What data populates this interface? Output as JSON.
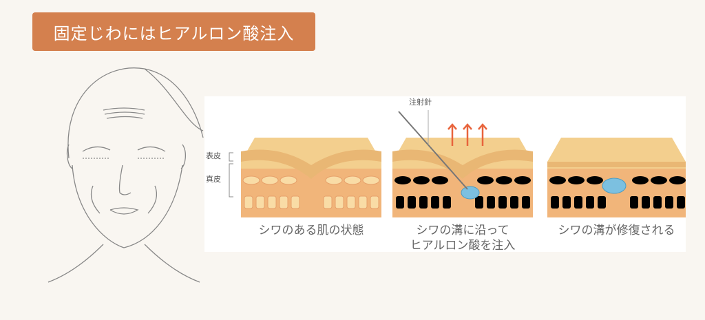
{
  "title": "固定じわにはヒアルロン酸注入",
  "labels": {
    "epidermis": "表皮",
    "dermis": "真皮",
    "needle": "注射針"
  },
  "steps": [
    {
      "caption": "シワのある肌の状態"
    },
    {
      "caption": "シワの溝に沿って",
      "caption2": "ヒアルロン酸を注入"
    },
    {
      "caption": "シワの溝が修復される"
    }
  ],
  "colors": {
    "title_bg": "#d4804e",
    "arrow": "#e8643c",
    "filler": "#7cc0e0"
  }
}
